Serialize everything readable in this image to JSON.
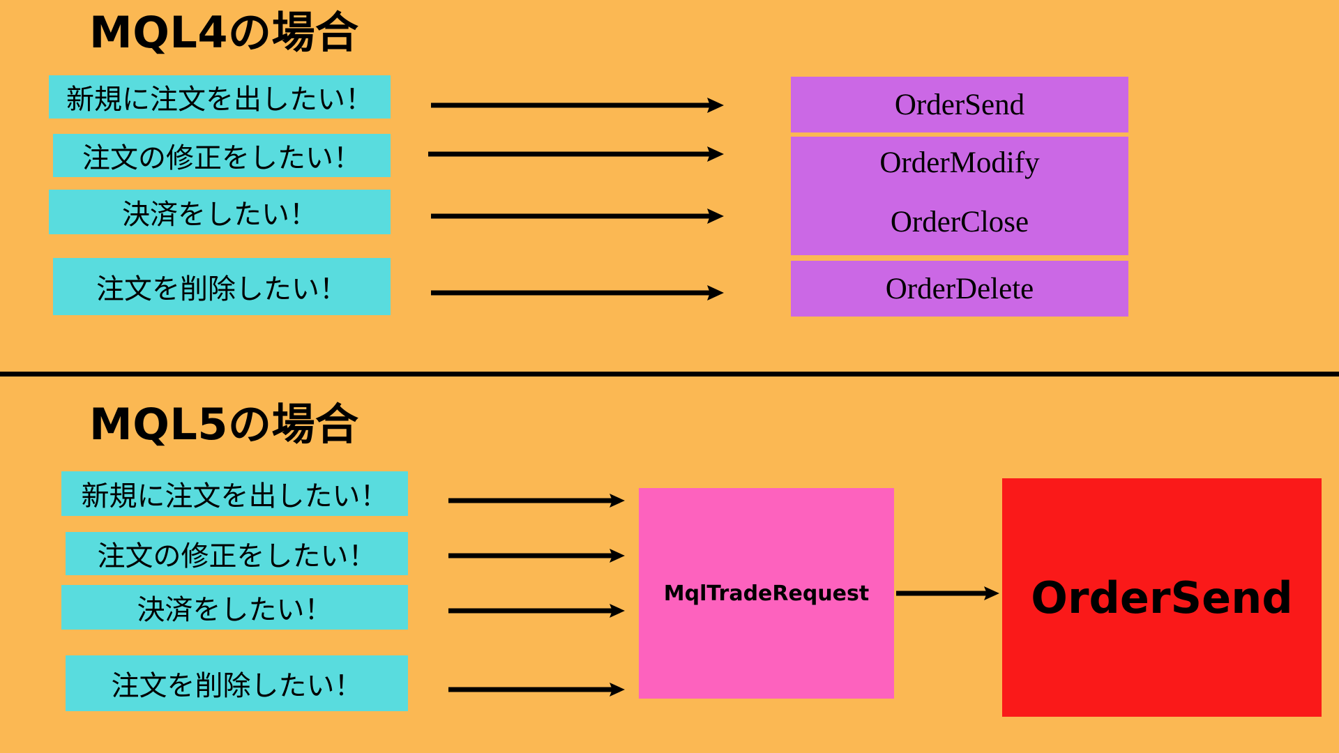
{
  "colors": {
    "background": "#FBB853",
    "cyan_box": "#59DCDE",
    "purple_box": "#CB68E5",
    "pink_box": "#FD62BE",
    "red_box": "#FA1919",
    "text": "#000000",
    "divider": "#000000"
  },
  "sections": {
    "mql4": {
      "title": "MQL4の場合",
      "inputs": [
        {
          "label": "新規に注文を出したい！"
        },
        {
          "label": "注文の修正をしたい！"
        },
        {
          "label": "決済をしたい！"
        },
        {
          "label": "注文を削除したい！"
        }
      ],
      "functions": [
        {
          "label": "OrderSend"
        },
        {
          "label": "OrderModify"
        },
        {
          "label": "OrderClose"
        },
        {
          "label": "OrderDelete"
        }
      ],
      "arrows": [
        {
          "name": "arrow-order-send"
        },
        {
          "name": "arrow-order-modify"
        },
        {
          "name": "arrow-order-close"
        },
        {
          "name": "arrow-order-delete"
        }
      ]
    },
    "mql5": {
      "title": "MQL5の場合",
      "inputs": [
        {
          "label": "新規に注文を出したい！"
        },
        {
          "label": "注文の修正をしたい！"
        },
        {
          "label": "決済をしたい！"
        },
        {
          "label": "注文を削除したい！"
        }
      ],
      "request_struct": {
        "label": "MqlTradeRequest"
      },
      "function": {
        "label": "OrderSend"
      },
      "arrows": [
        {
          "name": "arrow-new-order"
        },
        {
          "name": "arrow-modify-order"
        },
        {
          "name": "arrow-close-order"
        },
        {
          "name": "arrow-delete-order"
        },
        {
          "name": "arrow-request-to-ordersend"
        }
      ]
    }
  }
}
